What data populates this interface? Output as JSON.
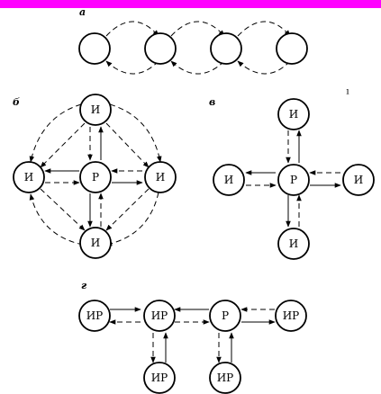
{
  "colors": {
    "top_bar": "#ff00ff",
    "ink": "#000000"
  },
  "panels": {
    "a": {
      "label": "а"
    },
    "b": {
      "label": "б",
      "center": "Р",
      "top": "И",
      "left": "И",
      "right": "И",
      "bottom": "И"
    },
    "v": {
      "label": "в",
      "center": "Р",
      "top": "И",
      "left": "И",
      "right": "И",
      "bottom": "И"
    },
    "g": {
      "label": "г",
      "n1": "ИР",
      "n2": "ИР",
      "n3": "Р",
      "n4": "ИР",
      "n5": "ИР",
      "n6": "ИР"
    }
  },
  "stray_mark": "ı"
}
